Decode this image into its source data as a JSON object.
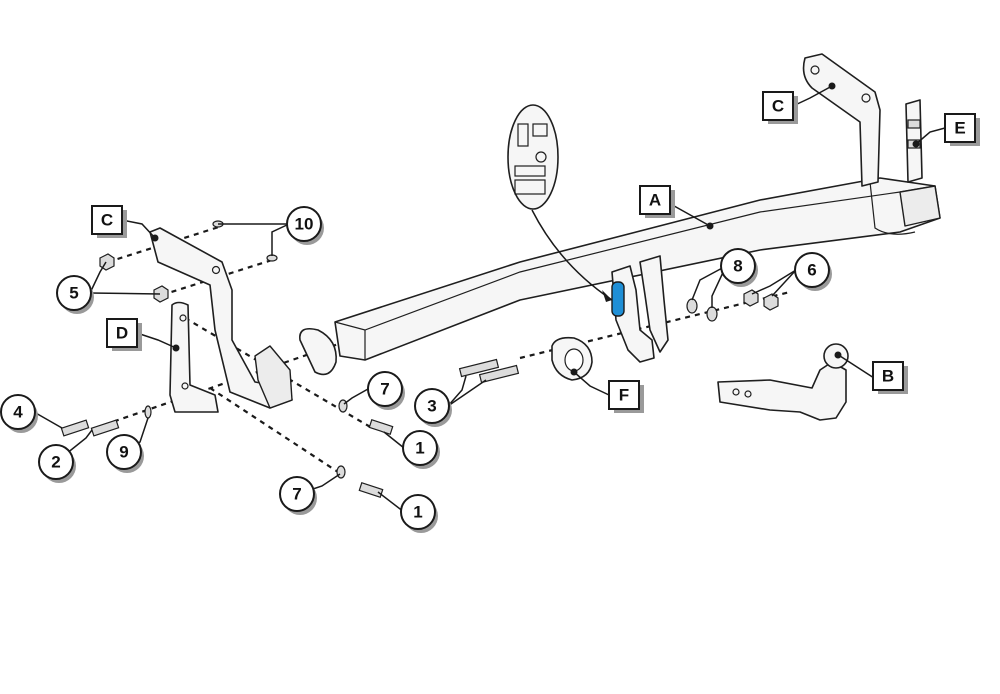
{
  "labels": {
    "A": "A",
    "B": "B",
    "C": "C",
    "D": "D",
    "E": "E",
    "F": "F",
    "n1": "1",
    "n2": "2",
    "n3": "3",
    "n4": "4",
    "n5": "5",
    "n6": "6",
    "n7": "7",
    "n8": "8",
    "n9": "9",
    "n10": "10"
  },
  "colors": {
    "highlight": "#1f8fd6",
    "line": "#1a1a1a",
    "part_fill": "#f6f6f6",
    "shadow": "#9a9a9a"
  }
}
